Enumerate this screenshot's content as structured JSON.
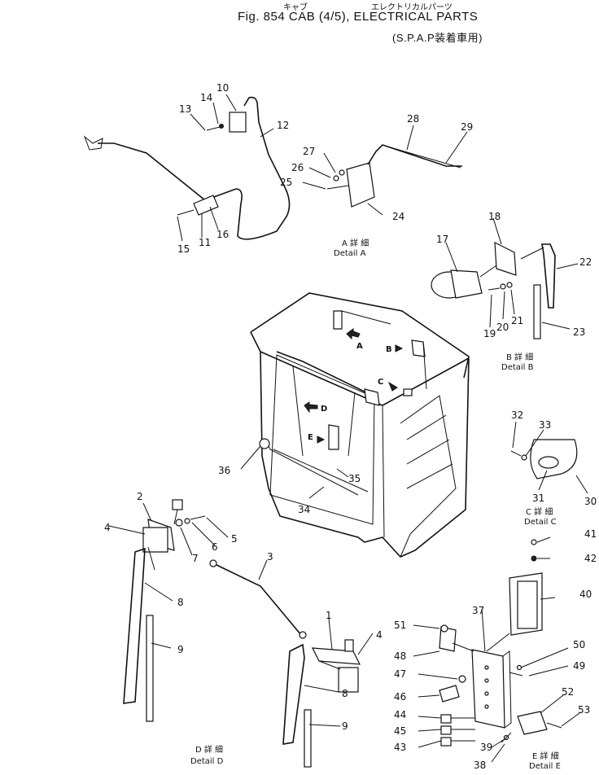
{
  "header": {
    "kana_cab": "キャブ",
    "kana_electrical": "エレクトリカルパーツ",
    "title": "Fig. 854  CAB  (4/5),  ELECTRICAL  PARTS",
    "subtitle": "(S.P.A.P装着車用)"
  },
  "details": {
    "A": {
      "jp": "A 詳 細",
      "en": "Detail  A"
    },
    "B": {
      "jp": "B 詳 細",
      "en": "Detail  B"
    },
    "C": {
      "jp": "C 詳 細",
      "en": "Detail  C"
    },
    "D": {
      "jp": "D 詳 細",
      "en": "Detail  D"
    },
    "E": {
      "jp": "E 詳 細",
      "en": "Detail  E"
    }
  },
  "arrows": {
    "A": "A",
    "B": "B",
    "C": "C",
    "D": "D",
    "E": "E"
  },
  "part_numbers": {
    "p1": "1",
    "p2": "2",
    "p3": "3",
    "p4a": "4",
    "p4b": "4",
    "p5": "5",
    "p6": "6",
    "p7": "7",
    "p8a": "8",
    "p8b": "8",
    "p9a": "9",
    "p9b": "9",
    "p10": "10",
    "p11": "11",
    "p12": "12",
    "p13": "13",
    "p14": "14",
    "p15": "15",
    "p16": "16",
    "p17": "17",
    "p18": "18",
    "p19": "19",
    "p20": "20",
    "p21": "21",
    "p22": "22",
    "p23": "23",
    "p24": "24",
    "p25": "25",
    "p26": "26",
    "p27": "27",
    "p28": "28",
    "p29": "29",
    "p30": "30",
    "p31": "31",
    "p32": "32",
    "p33": "33",
    "p34": "34",
    "p35": "35",
    "p36": "36",
    "p37": "37",
    "p38": "38",
    "p39": "39",
    "p40": "40",
    "p41": "41",
    "p42": "42",
    "p43": "43",
    "p44": "44",
    "p45": "45",
    "p46": "46",
    "p47": "47",
    "p48": "48",
    "p49": "49",
    "p50": "50",
    "p51": "51",
    "p52": "52",
    "p53": "53"
  }
}
